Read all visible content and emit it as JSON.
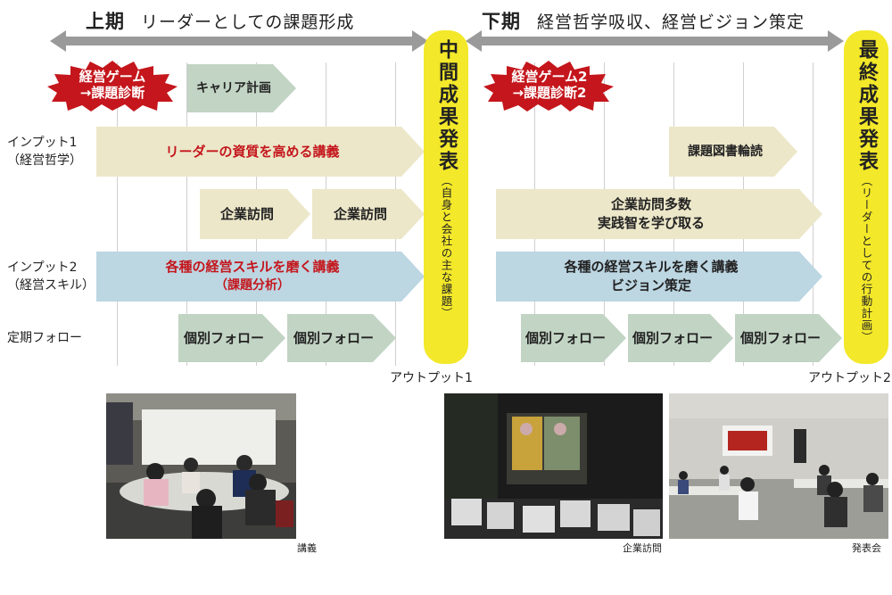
{
  "header": {
    "first_half_title": "上期",
    "first_half_subtitle": "リーダーとしての課題形成",
    "second_half_title": "下期",
    "second_half_subtitle": "経営哲学吸収、経営ビジョン策定"
  },
  "row_labels": {
    "input1_line1": "インプット1",
    "input1_line2": "（経営哲学）",
    "input2_line1": "インプット2",
    "input2_line2": "（経営スキル）",
    "follow": "定期フォロー"
  },
  "first_half": {
    "game_line1": "経営ゲーム",
    "game_line2": "→課題診断",
    "career_plan": "キャリア計画",
    "leader_lecture": "リーダーの資質を高める講義",
    "visit1": "企業訪問",
    "visit2": "企業訪問",
    "skill_lecture": "各種の経営スキルを磨く講義",
    "skill_lecture_sub": "（課題分析）",
    "follow1": "個別フォロー",
    "follow2": "個別フォロー"
  },
  "midterm": {
    "title": "中間成果発表",
    "subtitle": "（自身と会社の主な課題）",
    "output_label": "アウトプット1"
  },
  "second_half": {
    "game_line1": "経営ゲーム2",
    "game_line2": "→課題診断2",
    "book_reading": "課題図書輪読",
    "visit_many_line1": "企業訪問多数",
    "visit_many_line2": "実践智を学び取る",
    "skill_line1": "各種の経営スキルを磨く講義",
    "skill_line2": "ビジョン策定",
    "follow1": "個別フォロー",
    "follow2": "個別フォロー",
    "follow3": "個別フォロー"
  },
  "final": {
    "title": "最終成果発表",
    "subtitle": "（リーダーとしての行動計画）",
    "output_label": "アウトプット2"
  },
  "photos": {
    "lecture_caption": "講義",
    "visit_caption": "企業訪問",
    "presentation_caption": "発表会"
  },
  "colors": {
    "beige": "#ece7c9",
    "green": "#c2d4c4",
    "blue": "#bcd6e2",
    "yellow": "#f3e829",
    "red_burst": "#c4161c",
    "arrow_gray": "#9a9a9a"
  }
}
